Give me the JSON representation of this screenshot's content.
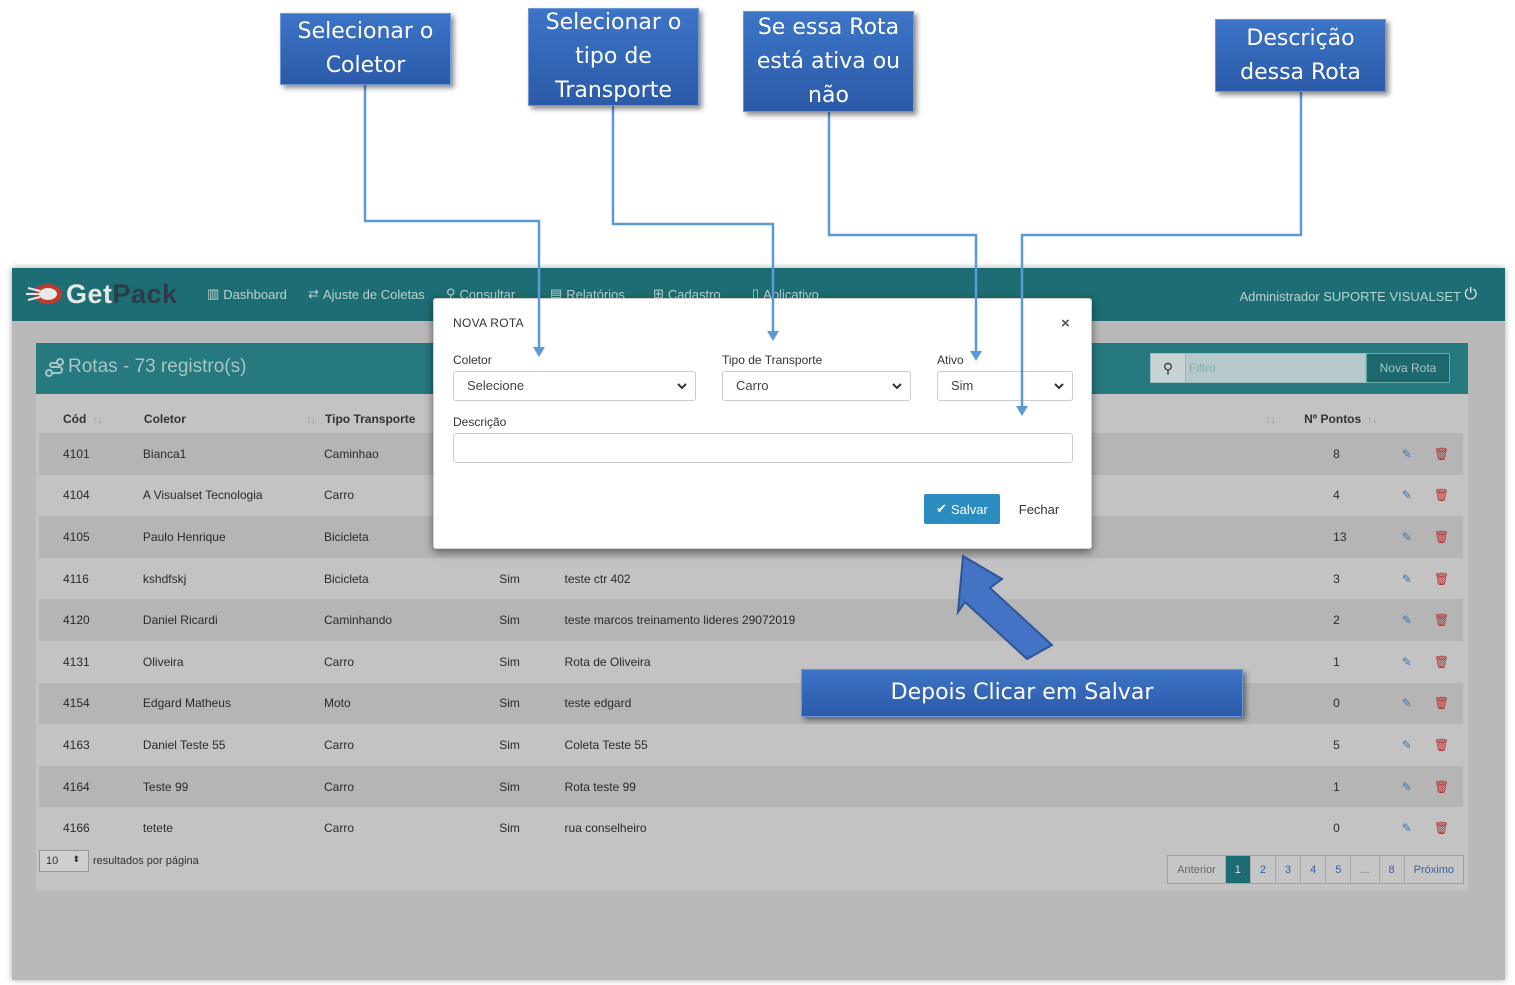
{
  "app": {
    "brand": {
      "part1": "Get",
      "part2": "Pack"
    },
    "nav": [
      {
        "label": "Dashboard",
        "icon": "chart-icon"
      },
      {
        "label": "Ajuste de Coletas",
        "icon": "swap-icon"
      },
      {
        "label": "Consultar",
        "icon": "search-icon"
      },
      {
        "label": "Relatórios",
        "icon": "report-icon"
      },
      {
        "label": "Cadastro",
        "icon": "plus-square-icon"
      },
      {
        "label": "Aplicativo",
        "icon": "mobile-icon"
      }
    ],
    "user": "Administrador SUPORTE VISUALSET"
  },
  "panel": {
    "title": "Rotas - 73 registro(s)",
    "filter_placeholder": "Filtro",
    "new_button": "Nova Rota"
  },
  "table": {
    "headers": [
      "Cód",
      "Coletor",
      "Tipo Transporte",
      "",
      "",
      "Nº Pontos"
    ],
    "rows": [
      {
        "cod": "4101",
        "coletor": "Bianca1",
        "tipo": "Caminhao",
        "ativo": "",
        "descricao": "",
        "pontos": "8"
      },
      {
        "cod": "4104",
        "coletor": "A Visualset Tecnologia",
        "tipo": "Carro",
        "ativo": "",
        "descricao": "",
        "pontos": "4"
      },
      {
        "cod": "4105",
        "coletor": "Paulo Henrique",
        "tipo": "Bicicleta",
        "ativo": "",
        "descricao": "",
        "pontos": "13"
      },
      {
        "cod": "4116",
        "coletor": "kshdfskj",
        "tipo": "Bicicleta",
        "ativo": "Sim",
        "descricao": "teste ctr 402",
        "pontos": "3"
      },
      {
        "cod": "4120",
        "coletor": "Daniel Ricardi",
        "tipo": "Caminhando",
        "ativo": "Sim",
        "descricao": "teste marcos treinamento lideres 29072019",
        "pontos": "2"
      },
      {
        "cod": "4131",
        "coletor": "Oliveira",
        "tipo": "Carro",
        "ativo": "Sim",
        "descricao": "Rota de Oliveira",
        "pontos": "1"
      },
      {
        "cod": "4154",
        "coletor": "Edgard Matheus",
        "tipo": "Moto",
        "ativo": "Sim",
        "descricao": "teste edgard",
        "pontos": "0"
      },
      {
        "cod": "4163",
        "coletor": "Daniel Teste 55",
        "tipo": "Carro",
        "ativo": "Sim",
        "descricao": "Coleta Teste 55",
        "pontos": "5"
      },
      {
        "cod": "4164",
        "coletor": "Teste 99",
        "tipo": "Carro",
        "ativo": "Sim",
        "descricao": "Rota teste 99",
        "pontos": "1"
      },
      {
        "cod": "4166",
        "coletor": "tetete",
        "tipo": "Carro",
        "ativo": "Sim",
        "descricao": "rua conselheiro",
        "pontos": "0"
      }
    ]
  },
  "pagination": {
    "page_size": "10",
    "page_size_label": "resultados por página",
    "prev": "Anterior",
    "pages": [
      "1",
      "2",
      "3",
      "4",
      "5",
      "...",
      "8"
    ],
    "next": "Próximo",
    "current": "1"
  },
  "modal": {
    "title": "NOVA ROTA",
    "coletor_label": "Coletor",
    "coletor_value": "Selecione",
    "tipo_label": "Tipo de Transporte",
    "tipo_value": "Carro",
    "ativo_label": "Ativo",
    "ativo_value": "Sim",
    "descricao_label": "Descrição",
    "descricao_value": "",
    "save_label": "Salvar",
    "close_label": "Fechar"
  },
  "annotations": {
    "coletor": "Selecionar o Coletor",
    "tipo": "Selecionar o tipo de Transporte",
    "ativo": "Se essa Rota está ativa ou não",
    "descricao": "Descrição dessa Rota",
    "salvar": "Depois Clicar em Salvar"
  },
  "colors": {
    "navbar": "#1d6e74",
    "panel_header": "#25797f",
    "callout": "#3266bb",
    "save_button": "#2b8dbf"
  }
}
